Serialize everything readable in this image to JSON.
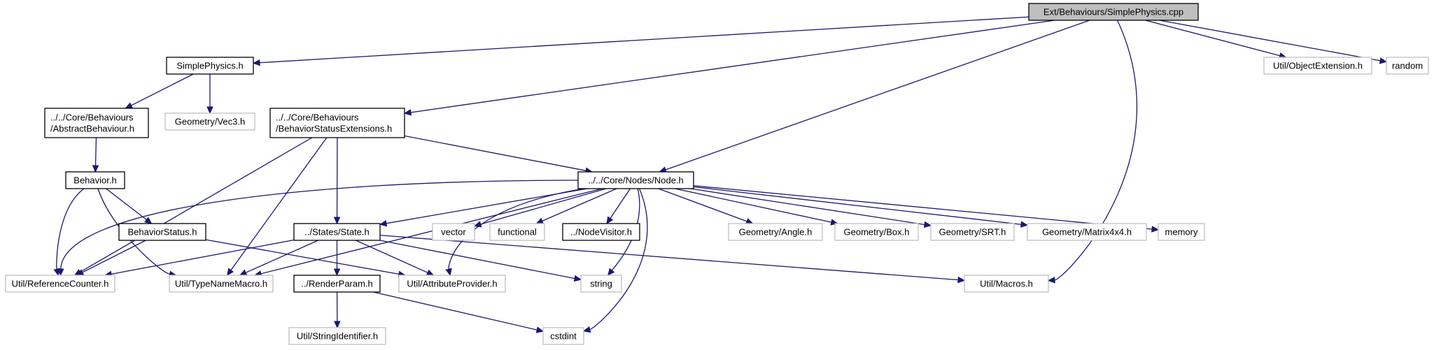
{
  "graph": {
    "root": "ext_simplephysics_cpp",
    "colors": {
      "edge": "#191970",
      "root_fill": "#bfbfbf",
      "normal_border": "#000000",
      "external_border": "#bfbfbf",
      "external_text": "#404040"
    },
    "nodes": [
      {
        "id": "ext_simplephysics_cpp",
        "lines": [
          "Ext/Behaviours/SimplePhysics.cpp"
        ],
        "style": "root"
      },
      {
        "id": "simplephysics_h",
        "lines": [
          "SimplePhysics.h"
        ],
        "style": "normal"
      },
      {
        "id": "util_objectextension_h",
        "lines": [
          "Util/ObjectExtension.h"
        ],
        "style": "external"
      },
      {
        "id": "random",
        "lines": [
          "random"
        ],
        "style": "external"
      },
      {
        "id": "core_behaviours_abstractbehaviour_h",
        "lines": [
          "../../Core/Behaviours",
          "/AbstractBehaviour.h"
        ],
        "style": "normal"
      },
      {
        "id": "geometry_vec3_h",
        "lines": [
          "Geometry/Vec3.h"
        ],
        "style": "external"
      },
      {
        "id": "core_behaviours_behaviorstatusextensions_h",
        "lines": [
          "../../Core/Behaviours",
          "/BehaviorStatusExtensions.h"
        ],
        "style": "normal"
      },
      {
        "id": "behavior_h",
        "lines": [
          "Behavior.h"
        ],
        "style": "normal"
      },
      {
        "id": "core_nodes_node_h",
        "lines": [
          "../../Core/Nodes/Node.h"
        ],
        "style": "normal"
      },
      {
        "id": "behaviorstatus_h",
        "lines": [
          "BehaviorStatus.h"
        ],
        "style": "normal"
      },
      {
        "id": "states_state_h",
        "lines": [
          "../States/State.h"
        ],
        "style": "normal"
      },
      {
        "id": "vector",
        "lines": [
          "vector"
        ],
        "style": "external"
      },
      {
        "id": "functional",
        "lines": [
          "functional"
        ],
        "style": "external"
      },
      {
        "id": "nodevisitor_h",
        "lines": [
          "../NodeVisitor.h"
        ],
        "style": "normal"
      },
      {
        "id": "geometry_angle_h",
        "lines": [
          "Geometry/Angle.h"
        ],
        "style": "external"
      },
      {
        "id": "geometry_box_h",
        "lines": [
          "Geometry/Box.h"
        ],
        "style": "external"
      },
      {
        "id": "geometry_srt_h",
        "lines": [
          "Geometry/SRT.h"
        ],
        "style": "external"
      },
      {
        "id": "geometry_matrix4x4_h",
        "lines": [
          "Geometry/Matrix4x4.h"
        ],
        "style": "external"
      },
      {
        "id": "memory",
        "lines": [
          "memory"
        ],
        "style": "external"
      },
      {
        "id": "util_referencecounter_h",
        "lines": [
          "Util/ReferenceCounter.h"
        ],
        "style": "external"
      },
      {
        "id": "util_typenamemacro_h",
        "lines": [
          "Util/TypeNameMacro.h"
        ],
        "style": "external"
      },
      {
        "id": "renderparam_h",
        "lines": [
          "../RenderParam.h"
        ],
        "style": "normal"
      },
      {
        "id": "util_attributeprovider_h",
        "lines": [
          "Util/AttributeProvider.h"
        ],
        "style": "external"
      },
      {
        "id": "string",
        "lines": [
          "string"
        ],
        "style": "external"
      },
      {
        "id": "util_macros_h",
        "lines": [
          "Util/Macros.h"
        ],
        "style": "external"
      },
      {
        "id": "util_stringidentifier_h",
        "lines": [
          "Util/StringIdentifier.h"
        ],
        "style": "external"
      },
      {
        "id": "cstdint",
        "lines": [
          "cstdint"
        ],
        "style": "external"
      }
    ],
    "edges": [
      {
        "from": "ext_simplephysics_cpp",
        "to": "simplephysics_h"
      },
      {
        "from": "ext_simplephysics_cpp",
        "to": "core_behaviours_behaviorstatusextensions_h"
      },
      {
        "from": "ext_simplephysics_cpp",
        "to": "core_nodes_node_h"
      },
      {
        "from": "ext_simplephysics_cpp",
        "to": "util_macros_h"
      },
      {
        "from": "ext_simplephysics_cpp",
        "to": "util_objectextension_h"
      },
      {
        "from": "ext_simplephysics_cpp",
        "to": "random"
      },
      {
        "from": "simplephysics_h",
        "to": "core_behaviours_abstractbehaviour_h"
      },
      {
        "from": "simplephysics_h",
        "to": "geometry_vec3_h"
      },
      {
        "from": "core_behaviours_abstractbehaviour_h",
        "to": "behavior_h"
      },
      {
        "from": "behavior_h",
        "to": "behaviorstatus_h"
      },
      {
        "from": "behavior_h",
        "to": "util_referencecounter_h"
      },
      {
        "from": "behavior_h",
        "to": "util_typenamemacro_h"
      },
      {
        "from": "behaviorstatus_h",
        "to": "util_referencecounter_h"
      },
      {
        "from": "behaviorstatus_h",
        "to": "util_attributeprovider_h"
      },
      {
        "from": "core_behaviours_behaviorstatusextensions_h",
        "to": "util_referencecounter_h"
      },
      {
        "from": "core_behaviours_behaviorstatusextensions_h",
        "to": "util_typenamemacro_h"
      },
      {
        "from": "core_behaviours_behaviorstatusextensions_h",
        "to": "states_state_h"
      },
      {
        "from": "core_behaviours_behaviorstatusextensions_h",
        "to": "core_nodes_node_h"
      },
      {
        "from": "core_nodes_node_h",
        "to": "util_referencecounter_h"
      },
      {
        "from": "core_nodes_node_h",
        "to": "util_typenamemacro_h"
      },
      {
        "from": "core_nodes_node_h",
        "to": "states_state_h"
      },
      {
        "from": "core_nodes_node_h",
        "to": "util_attributeprovider_h"
      },
      {
        "from": "core_nodes_node_h",
        "to": "vector"
      },
      {
        "from": "core_nodes_node_h",
        "to": "functional"
      },
      {
        "from": "core_nodes_node_h",
        "to": "nodevisitor_h"
      },
      {
        "from": "core_nodes_node_h",
        "to": "string"
      },
      {
        "from": "core_nodes_node_h",
        "to": "cstdint"
      },
      {
        "from": "core_nodes_node_h",
        "to": "geometry_angle_h"
      },
      {
        "from": "core_nodes_node_h",
        "to": "geometry_box_h"
      },
      {
        "from": "core_nodes_node_h",
        "to": "geometry_srt_h"
      },
      {
        "from": "core_nodes_node_h",
        "to": "geometry_matrix4x4_h"
      },
      {
        "from": "core_nodes_node_h",
        "to": "memory"
      },
      {
        "from": "states_state_h",
        "to": "util_referencecounter_h"
      },
      {
        "from": "states_state_h",
        "to": "util_typenamemacro_h"
      },
      {
        "from": "states_state_h",
        "to": "renderparam_h"
      },
      {
        "from": "states_state_h",
        "to": "util_attributeprovider_h"
      },
      {
        "from": "states_state_h",
        "to": "string"
      },
      {
        "from": "states_state_h",
        "to": "util_macros_h"
      },
      {
        "from": "renderparam_h",
        "to": "util_stringidentifier_h"
      },
      {
        "from": "renderparam_h",
        "to": "cstdint"
      }
    ]
  }
}
